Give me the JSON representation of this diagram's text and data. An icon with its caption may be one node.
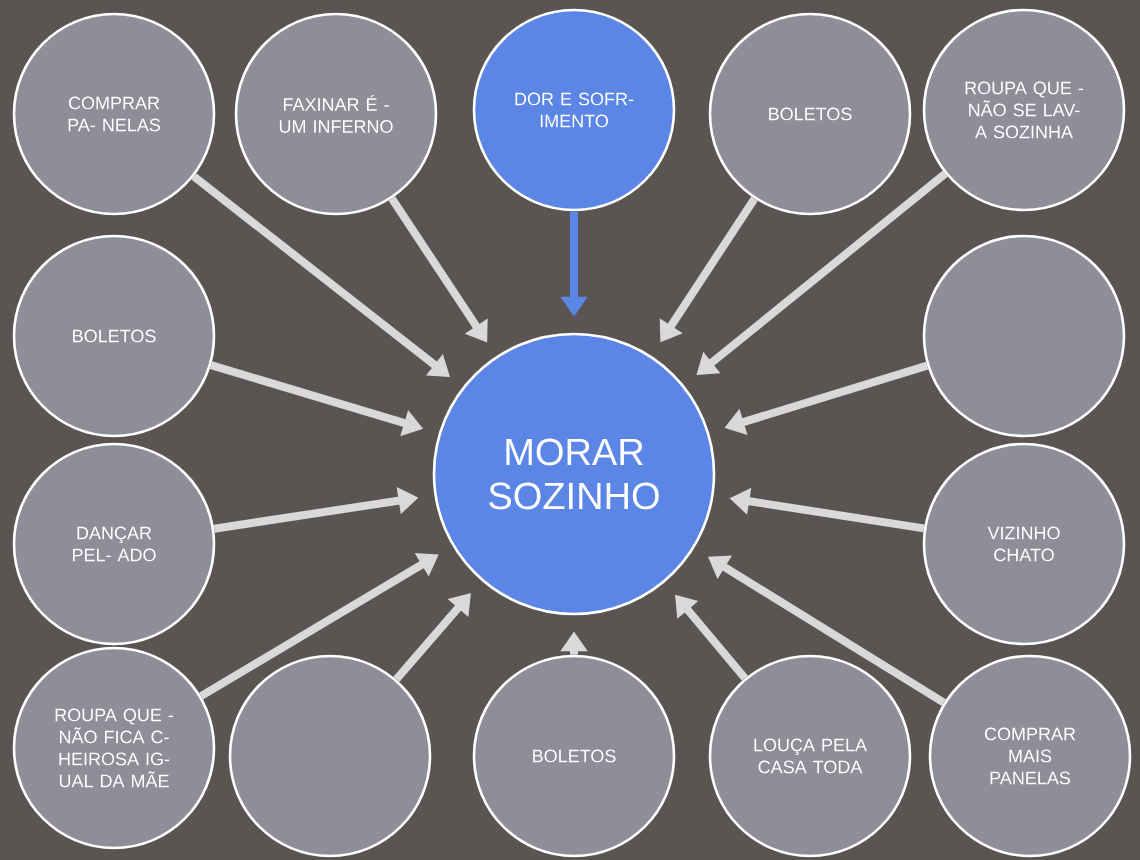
{
  "diagram": {
    "nodes": [
      {
        "text": [
          "MORAR SOZINHO"
        ]
      },
      {
        "text": [
          "COMPRAR PA- NELAS"
        ]
      },
      {
        "text": [
          "FAXINAR É - UM INFERNO"
        ]
      },
      {
        "text": [
          "DOR E SOFR- IMENTO"
        ]
      },
      {
        "text": [
          "BOLETOS"
        ]
      },
      {
        "text": [
          "ROUPA QUE - NÃO SE LAV- A SOZINHA"
        ]
      },
      {
        "text": [
          "BOLETOS"
        ]
      },
      {
        "text": [],
        "shape": "circle"
      },
      {
        "text": [
          "DANÇAR PEL- ADO"
        ]
      },
      {
        "text": [
          "VIZINHO CHATO"
        ]
      },
      {
        "text": [
          "ROUPA QUE - NÃO FICA C- HEIROSA IG- UAL DA MÃE"
        ]
      },
      {
        "text": [],
        "shape": "circle"
      },
      {
        "text": [
          "BOLETOS"
        ]
      },
      {
        "text": [
          "LOUÇA PELA CASA TODA"
        ]
      },
      {
        "text": [
          "COMPRAR MAIS PANELAS"
        ]
      }
    ],
    "edges": [
      {
        "from": 1,
        "to": 0,
        "arrow": "to"
      },
      {
        "from": 2,
        "to": 0,
        "arrow": "to"
      },
      {
        "from": 3,
        "to": 0,
        "arrow": "to",
        "color": "#5b86e5"
      },
      {
        "from": 4,
        "to": 0,
        "arrow": "to"
      },
      {
        "from": 5,
        "to": 0,
        "arrow": "to"
      },
      {
        "from": 6,
        "to": 0,
        "arrow": "to"
      },
      {
        "from": 7,
        "to": 0,
        "arrow": "to"
      },
      {
        "from": 8,
        "to": 0,
        "arrow": "to"
      },
      {
        "from": 9,
        "to": 0,
        "arrow": "to"
      },
      {
        "from": 10,
        "to": 0,
        "arrow": "to"
      },
      {
        "from": 11,
        "to": 0,
        "arrow": "to"
      },
      {
        "from": 12,
        "to": 0,
        "arrow": "to"
      },
      {
        "from": 13,
        "to": 0,
        "arrow": "to"
      },
      {
        "from": 14,
        "to": 0,
        "arrow": "to"
      }
    ]
  }
}
